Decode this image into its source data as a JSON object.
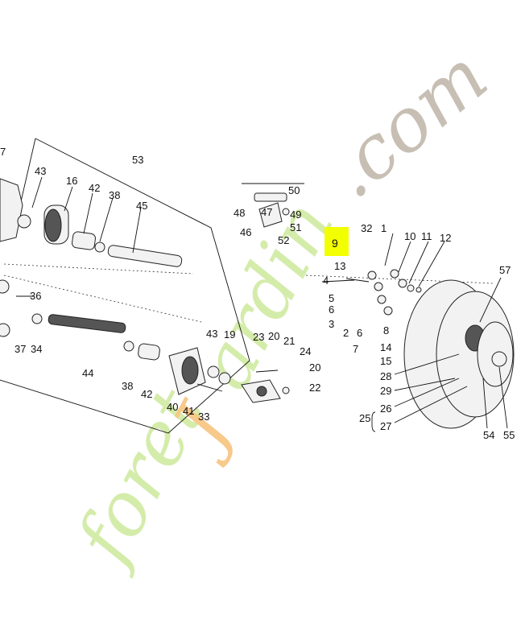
{
  "diagram": {
    "highlight_color": "#f2ff00",
    "highlight_label": "9",
    "part_labels": {
      "p1": "1",
      "p2": "2",
      "p3": "3",
      "p4": "4",
      "p5": "5",
      "p6a": "6",
      "p6b": "6",
      "p7a": "7",
      "p7b": "7",
      "p8": "8",
      "p10": "10",
      "p11": "11",
      "p12": "12",
      "p13": "13",
      "p14": "14",
      "p15": "15",
      "p16": "16",
      "p19": "19",
      "p20a": "20",
      "p20b": "20",
      "p21": "21",
      "p22": "22",
      "p23": "23",
      "p24": "24",
      "p25": "25",
      "p26": "26",
      "p27": "27",
      "p28": "28",
      "p29": "29",
      "p32": "32",
      "p33": "33",
      "p34": "34",
      "p36": "36",
      "p37": "37",
      "p38a": "38",
      "p38b": "38",
      "p40": "40",
      "p41": "41",
      "p42a": "42",
      "p42b": "42",
      "p43a": "43",
      "p43b": "43",
      "p44": "44",
      "p45": "45",
      "p46": "46",
      "p47": "47",
      "p48": "48",
      "p49": "49",
      "p50": "50",
      "p51": "51",
      "p52": "52",
      "p53": "53",
      "p54": "54",
      "p55": "55",
      "p57": "57"
    }
  },
  "watermark": {
    "text_green": "foret",
    "text_orange": "J",
    "text_green2": "ardin",
    "text_gray": ".com",
    "colors": {
      "green": "#d4ecaa",
      "orange": "#f7c98a",
      "gray": "#c8bfb4"
    }
  }
}
